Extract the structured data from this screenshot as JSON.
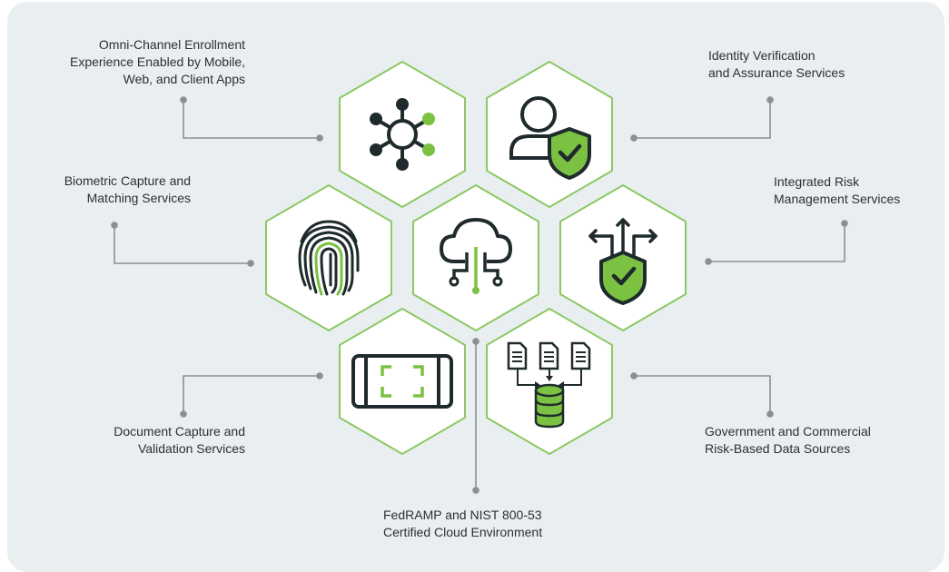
{
  "colors": {
    "background": "#e9eef0",
    "hex_fill": "#ffffff",
    "hex_border": "#8cc864",
    "accent_green": "#7bc142",
    "icon_dark": "#1f2a2c",
    "connector": "#8a8f91"
  },
  "labels": {
    "omni_channel": [
      "Omni-Channel Enrollment",
      "Experience Enabled by Mobile,",
      "Web, and Client Apps"
    ],
    "identity_verification": [
      "Identity Verification",
      "and Assurance Services"
    ],
    "biometric": [
      "Biometric Capture and",
      "Matching Services"
    ],
    "integrated_risk": [
      "Integrated Risk",
      "Management Services"
    ],
    "document_capture": [
      "Document Capture and",
      "Validation Services"
    ],
    "government_data": [
      "Government and Commercial",
      "Risk-Based Data Sources"
    ],
    "fedramp": [
      "FedRAMP and NIST 800-53",
      "Certified Cloud Environment"
    ]
  },
  "hexagons": [
    {
      "id": "network",
      "icon": "network-nodes-icon"
    },
    {
      "id": "identity",
      "icon": "user-shield-icon"
    },
    {
      "id": "biometric",
      "icon": "fingerprint-icon"
    },
    {
      "id": "cloud",
      "icon": "cloud-circuit-icon"
    },
    {
      "id": "risk",
      "icon": "shield-arrows-icon"
    },
    {
      "id": "document",
      "icon": "phone-scan-icon"
    },
    {
      "id": "data",
      "icon": "documents-database-icon"
    }
  ]
}
